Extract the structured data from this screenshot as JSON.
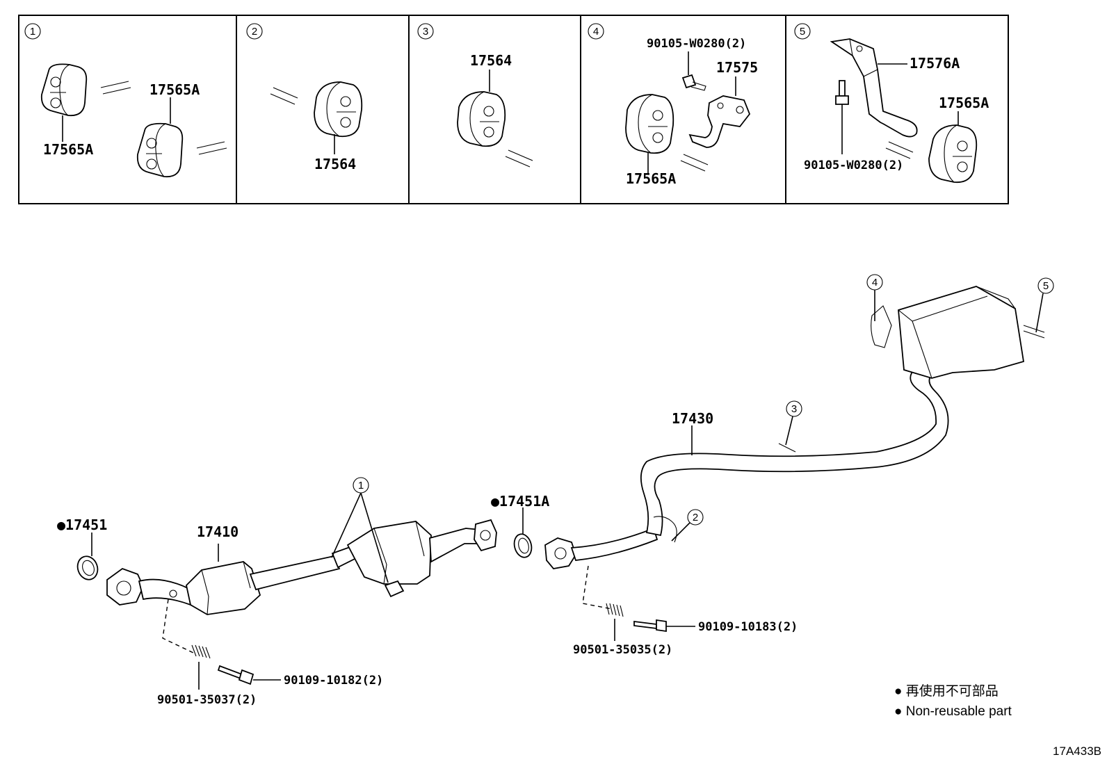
{
  "detail_panels": [
    {
      "number": "1",
      "labels": [
        "17565A",
        "17565A"
      ]
    },
    {
      "number": "2",
      "labels": [
        "17564"
      ]
    },
    {
      "number": "3",
      "labels": [
        "17564"
      ]
    },
    {
      "number": "4",
      "labels": [
        "90105-W0280(2)",
        "17575",
        "17565A"
      ]
    },
    {
      "number": "5",
      "labels": [
        "17576A",
        "90105-W0280(2)",
        "17565A"
      ]
    }
  ],
  "main_callouts": {
    "c1": "1",
    "c2": "2",
    "c3": "3",
    "c4": "4",
    "c5": "5"
  },
  "part_labels": {
    "gasket_front": "●17451",
    "front_pipe": "17410",
    "gasket_center": "●17451A",
    "tail_pipe": "17430",
    "spring_front": "90501-35037(2)",
    "bolt_front": "90109-10182(2)",
    "spring_center": "90501-35035(2)",
    "bolt_center": "90109-10183(2)"
  },
  "legend": {
    "line1": "● 再使用不可部品",
    "line2": "● Non-reusable part"
  },
  "diagram_code": "17A433B"
}
